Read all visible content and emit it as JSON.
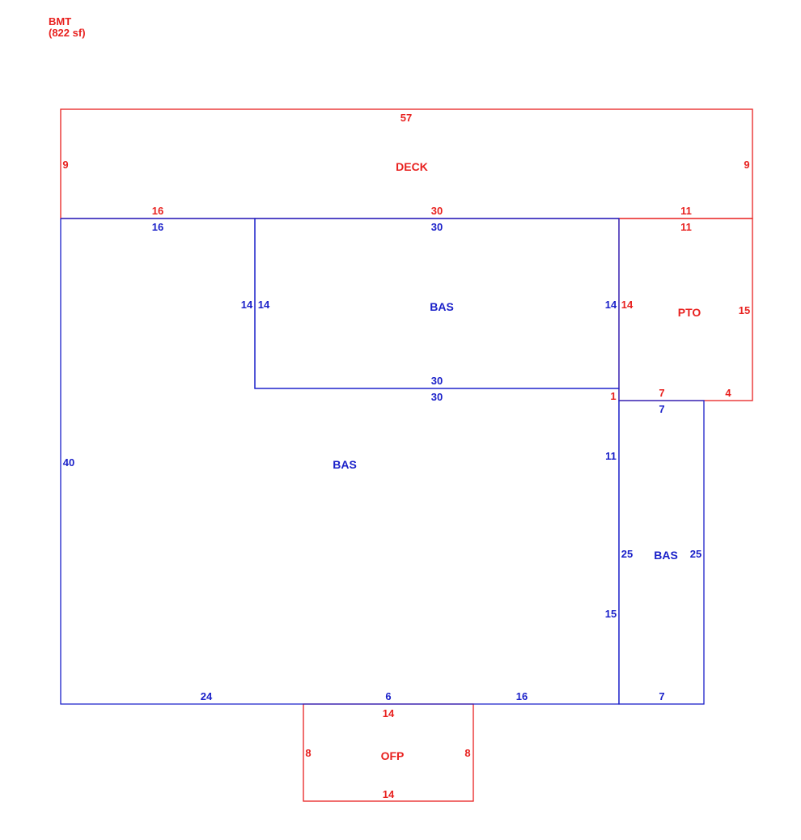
{
  "header": {
    "title": "BMT",
    "subtitle": "(822 sf)"
  },
  "colors": {
    "red": "#e8211f",
    "blue": "#1b21c9"
  },
  "areas": {
    "deck": "DECK",
    "bas_upper": "BAS",
    "bas_main": "BAS",
    "pto": "PTO",
    "bas_right": "BAS",
    "ofp": "OFP"
  },
  "dimensions": {
    "deck_top": "57",
    "deck_left": "9",
    "deck_right": "9",
    "deck_bottom_left": "16",
    "deck_bottom_mid": "30",
    "deck_bottom_right": "11",
    "bas_top_left": "16",
    "bas_upper_top": "30",
    "pto_top": "11",
    "bas_notch_left_outer": "14",
    "bas_upper_left": "14",
    "bas_upper_right": "14",
    "pto_left": "14",
    "pto_right": "15",
    "bas_upper_bottom_outer": "30",
    "bas_upper_bottom_inner": "30",
    "small_one": "1",
    "pto_bottom_left": "7",
    "pto_bottom_right": "4",
    "bas_right_top": "7",
    "bas_main_left": "40",
    "bas_main_right_upper": "11",
    "bas_right_left": "25",
    "bas_right_right": "25",
    "bas_main_right_lower": "15",
    "bas_bottom_left": "24",
    "bas_bottom_mid": "6",
    "bas_bottom_right": "16",
    "bas_right_bottom": "7",
    "ofp_top": "14",
    "ofp_left": "8",
    "ofp_right": "8",
    "ofp_bottom": "14"
  }
}
